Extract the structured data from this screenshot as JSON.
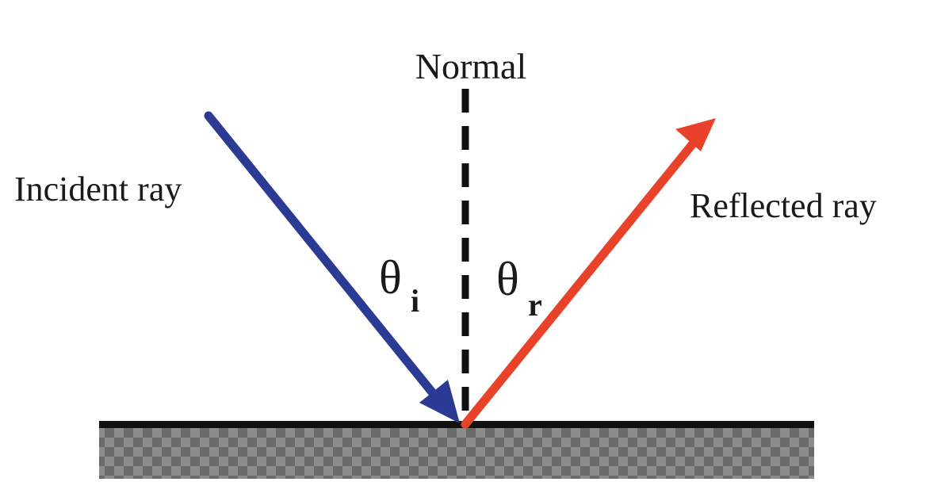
{
  "labels": {
    "normal": "Normal",
    "incident": "Incident ray",
    "reflected": "Reflected ray",
    "theta": "θ",
    "incident_subscript": "i",
    "reflected_subscript": "r"
  },
  "colors": {
    "incident_ray": "#2b3a92",
    "reflected_ray": "#e8432a",
    "normal_line": "#111111",
    "surface_edge": "#111111",
    "surface_fill": "#8c8c8c",
    "surface_check": "#6a6a6a"
  }
}
